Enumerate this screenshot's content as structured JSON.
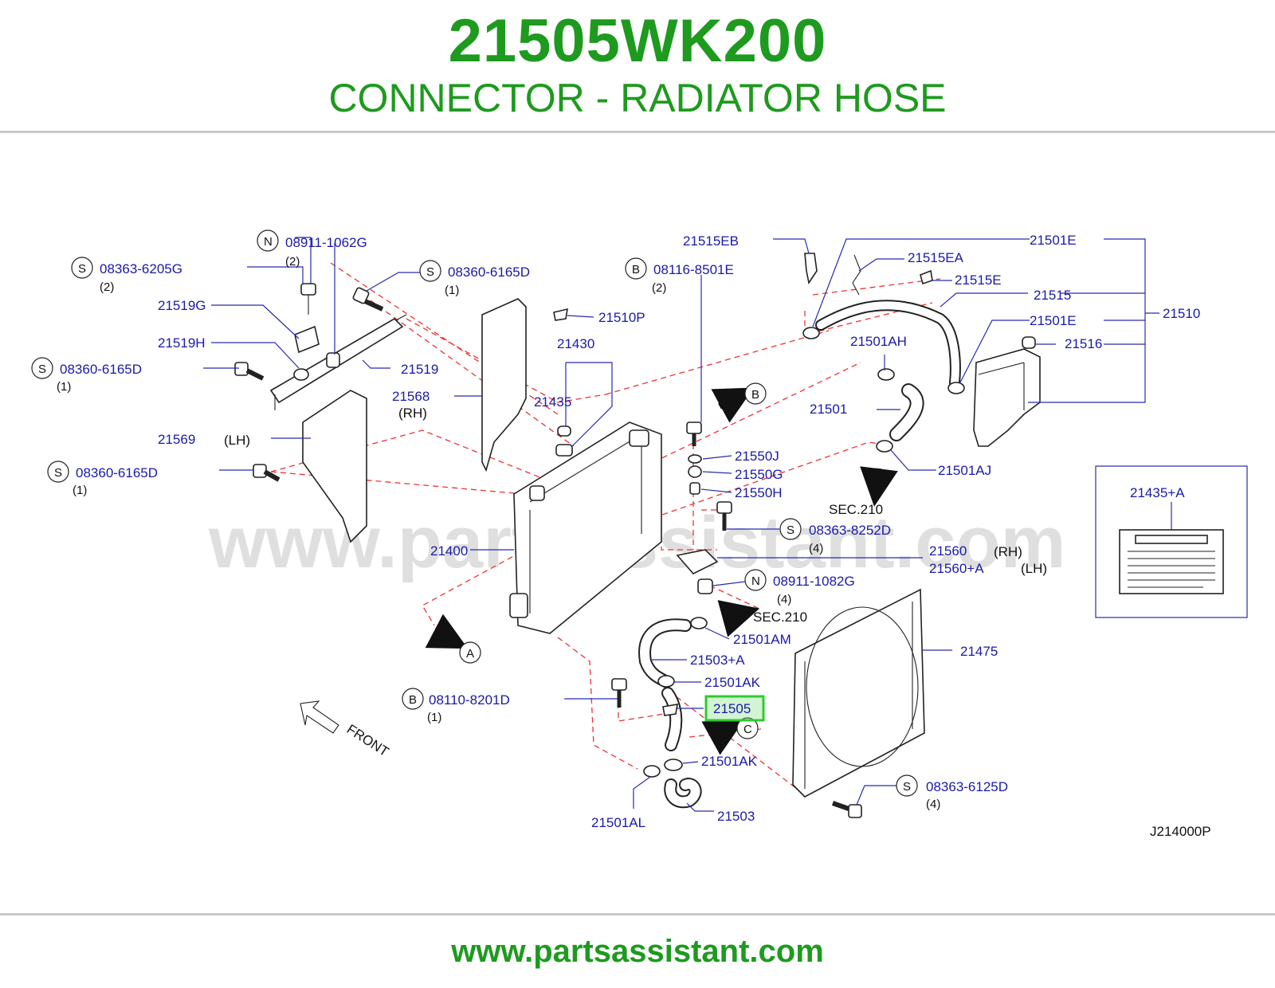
{
  "header": {
    "part_number": "21505WK200",
    "part_name": "CONNECTOR - RADIATOR HOSE"
  },
  "footer": {
    "url": "www.partsassistant.com"
  },
  "watermark": "www.partsassistant.com",
  "diagram": {
    "code": "J214000P",
    "highlight_color": "#2dcc2d",
    "callouts": {
      "n_08911_1062G": {
        "prefix": "N",
        "code": "08911-1062G",
        "qty": "(2)"
      },
      "s_08363_6205G": {
        "prefix": "S",
        "code": "08363-6205G",
        "qty": "(2)"
      },
      "s_08360_6165D_top": {
        "prefix": "S",
        "code": "08360-6165D",
        "qty": "(1)"
      },
      "s_08360_6165D_mid": {
        "prefix": "S",
        "code": "08360-6165D",
        "qty": "(1)"
      },
      "s_08360_6165D_low": {
        "prefix": "S",
        "code": "08360-6165D",
        "qty": "(1)"
      },
      "b_08116_8501E": {
        "prefix": "B",
        "code": "08116-8501E",
        "qty": "(2)"
      },
      "s_08363_8252D": {
        "prefix": "S",
        "code": "08363-8252D",
        "qty": "(4)"
      },
      "n_08911_1082G": {
        "prefix": "N",
        "code": "08911-1082G",
        "qty": "(4)"
      },
      "b_08110_8201D": {
        "prefix": "B",
        "code": "08110-8201D",
        "qty": "(1)"
      },
      "s_08363_6125D": {
        "prefix": "S",
        "code": "08363-6125D",
        "qty": "(4)"
      }
    },
    "labels": {
      "p21519G": "21519G",
      "p21519H": "21519H",
      "p21519": "21519",
      "p21568": "21568",
      "rh1": "(RH)",
      "p21569": "21569",
      "lh1": "(LH)",
      "p21510P": "21510P",
      "p21430": "21430",
      "p21435": "21435",
      "p21515EB": "21515EB",
      "p21515EA": "21515EA",
      "p21515E": "21515E",
      "p21501E_a": "21501E",
      "p21501E_b": "21501E",
      "p21515": "21515",
      "p21510": "21510",
      "p21516": "21516",
      "p21501AH": "21501AH",
      "p21501": "21501",
      "p21501AJ": "21501AJ",
      "sec210_a": "SEC.210",
      "sec210_b": "SEC.210",
      "p21550J": "21550J",
      "p21550G": "21550G",
      "p21550H": "21550H",
      "p21400": "21400",
      "p21560": "21560",
      "rh2": "(RH)",
      "p21560A": "21560+A",
      "lh2": "(LH)",
      "p21501AM": "21501AM",
      "p21503A": "21503+A",
      "p21501AK_a": "21501AK",
      "p21505": "21505",
      "p21501AK_b": "21501AK",
      "p21501AL": "21501AL",
      "p21503": "21503",
      "p21475": "21475",
      "p21435A": "21435+A",
      "ref_A": "A",
      "ref_B": "B",
      "ref_C": "C",
      "front": "FRONT"
    }
  }
}
